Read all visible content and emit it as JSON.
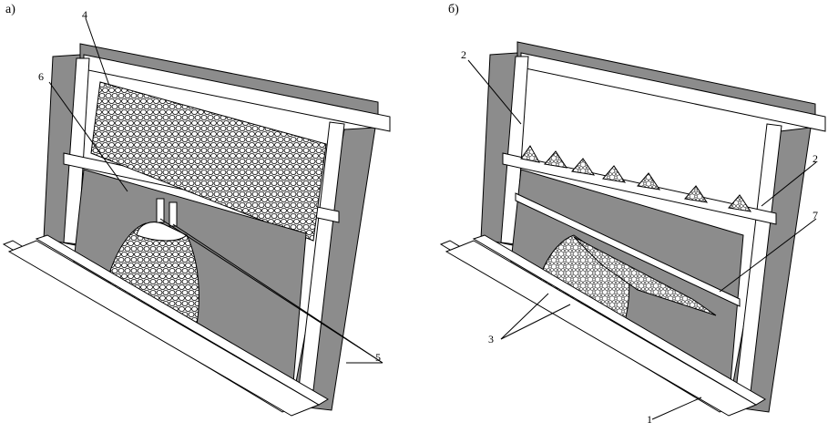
{
  "panels": [
    {
      "id": "a",
      "label": "а)"
    },
    {
      "id": "b",
      "label": "б)"
    }
  ],
  "callouts": {
    "a": [
      "4",
      "6",
      "5"
    ],
    "b": [
      "2",
      "2",
      "7",
      "3",
      "1"
    ]
  },
  "colors": {
    "wall": "#8c8c8c",
    "wall_dark": "#6f6f6f",
    "frame": "#ffffff",
    "line": "#000000",
    "rock_fill": "#f2f2f2"
  }
}
